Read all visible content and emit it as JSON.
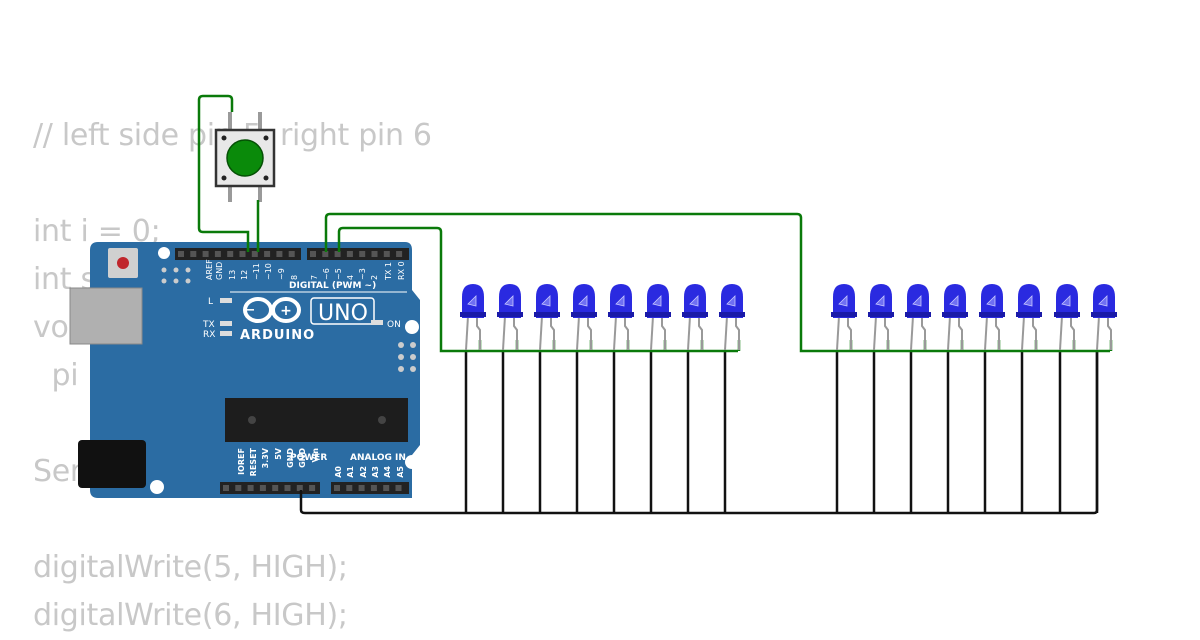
{
  "code_lines": [
    "// left side pin 5, right pin 6",
    "",
    "int i = 0;",
    "int s",
    "vo",
    "  pi                          LUP);",
    "",
    "Ser",
    "",
    "digitalWrite(5, HIGH);",
    "digitalWrite(6, HIGH);"
  ],
  "board": {
    "brand": "ARDUINO",
    "model": "UNO",
    "digital_label": "DIGITAL (PWM ~)",
    "power_label": "POWER",
    "analog_label": "ANALOG IN",
    "on_label": "ON",
    "l_label": "L",
    "tx_label": "TX",
    "rx_label": "RX",
    "digital_pins": [
      "AREF",
      "GND",
      "13",
      "12",
      "~11",
      "~10",
      "~9",
      "8",
      "7",
      "~6",
      "~5",
      "4",
      "~3",
      "2",
      "TX 1",
      "RX 0"
    ],
    "power_pins": [
      "IOREF",
      "RESET",
      "3.3V",
      "5V",
      "GND",
      "GND",
      "Vin"
    ],
    "analog_pins": [
      "A0",
      "A1",
      "A2",
      "A3",
      "A4",
      "A5"
    ],
    "color": "#2b6ca3"
  },
  "button": {
    "cap_color": "#0a8a0a"
  },
  "led": {
    "color": "#2a2ae0",
    "left_group_count": 8,
    "right_group_count": 8
  },
  "wires": {
    "signal_color": "#0a7a0a",
    "ground_color": "#111111"
  }
}
